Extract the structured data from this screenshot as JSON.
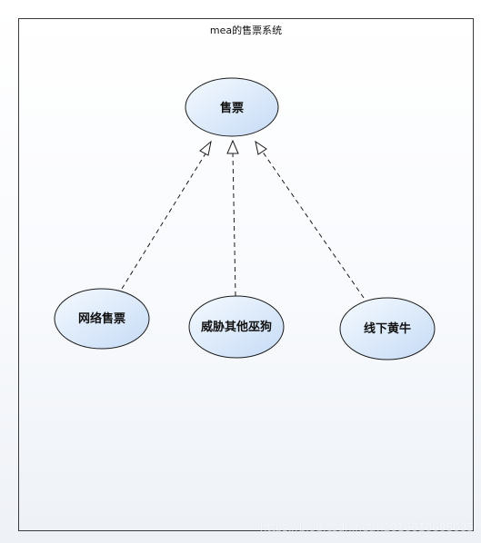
{
  "diagram": {
    "title": "mea的售票系统",
    "parent_usecase": "售票",
    "child_usecases": [
      "网络售票",
      "威胁其他巫狗",
      "线下黄牛"
    ]
  },
  "colors": {
    "ellipse_fill_top": "#f3f8ff",
    "ellipse_fill_bottom": "#c9ddf7",
    "stroke": "#1a1a1a"
  },
  "watermark": "https://blog.csdn.net/h2016010608085"
}
